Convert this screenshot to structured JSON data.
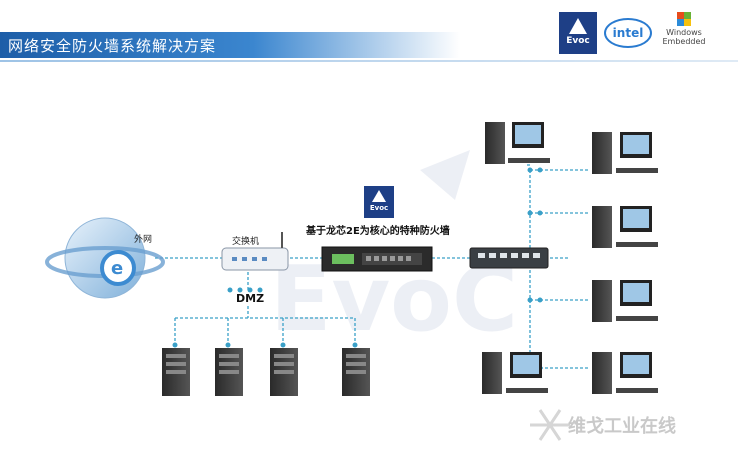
{
  "header": {
    "title": "网络安全防火墙系统解决方案",
    "logos": {
      "evoc": "Evoc",
      "intel": "intel",
      "windows_line1": "Windows",
      "windows_line2": "Embedded"
    }
  },
  "diagram": {
    "internet_label": "外网",
    "switch_label": "交换机",
    "firewall_label": "基于龙芯2E为核心的特种防火墙",
    "firewall_logo": "Evoc",
    "dmz_label": "DMZ",
    "watermark": "维戈工业在线"
  },
  "colors": {
    "link": "#3aa0c8",
    "title_bar": "#1d5ea8"
  }
}
